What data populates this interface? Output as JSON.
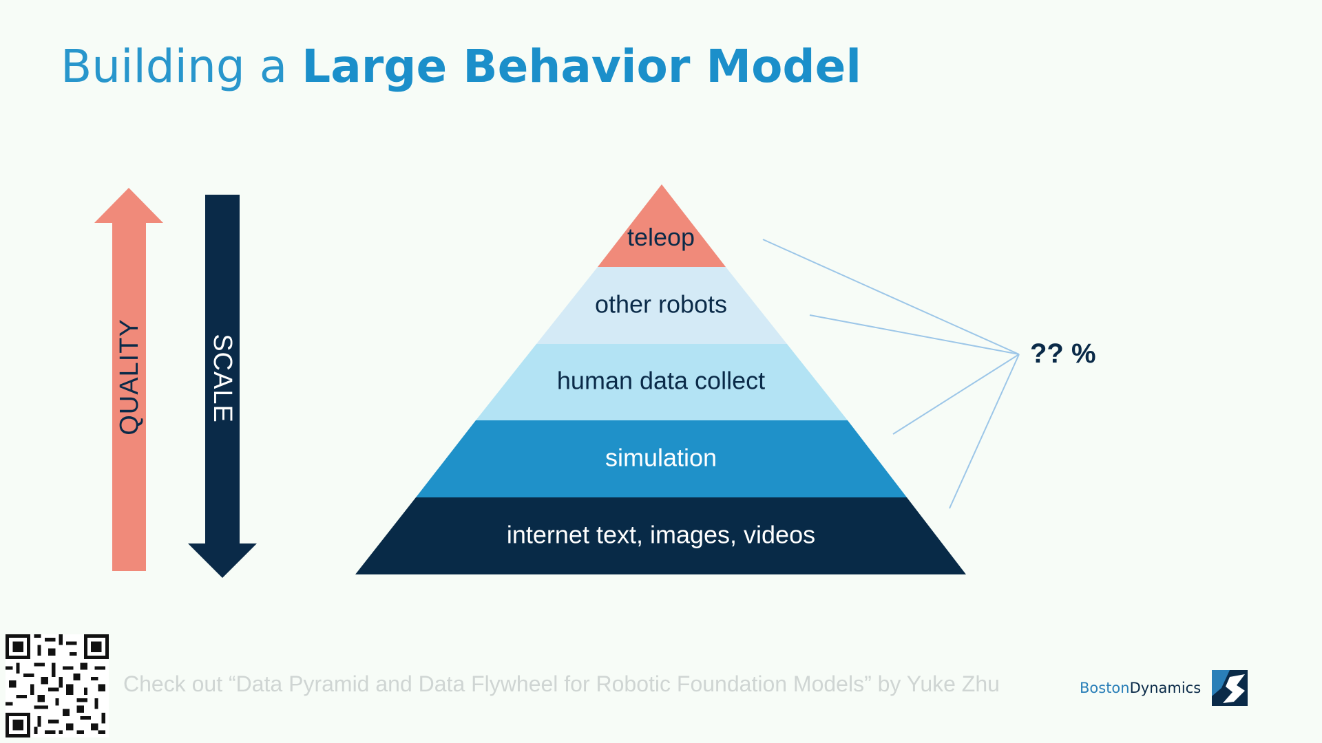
{
  "slide": {
    "title_light": "Building a ",
    "title_bold": "Large Behavior Model",
    "footer_note": "Check out “Data Pyramid and Data Flywheel for Robotic Foundation Models” by Yuke Zhu"
  },
  "arrows": {
    "quality": {
      "label": "QUALITY",
      "direction": "up",
      "color": "#f08a7a"
    },
    "scale": {
      "label": "SCALE",
      "direction": "down",
      "color": "#0a2a48"
    }
  },
  "pyramid": {
    "layers": [
      {
        "label": "teleop",
        "fill": "#f08a7a",
        "text_color": "#0a2a48"
      },
      {
        "label": "other robots",
        "fill": "#d4eaf6",
        "text_color": "#0a2a48"
      },
      {
        "label": "human data collect",
        "fill": "#b3e3f4",
        "text_color": "#0a2a48"
      },
      {
        "label": "simulation",
        "fill": "#1f91c9",
        "text_color": "#ffffff"
      },
      {
        "label": "internet text, images, videos",
        "fill": "#082a47",
        "text_color": "#ffffff"
      }
    ],
    "callout": {
      "label": "?? %",
      "color": "#0a2a48",
      "line_color": "#9cc6e8"
    }
  },
  "brand": {
    "name_part1": "Boston",
    "name_part2": "Dynamics"
  },
  "icons": {
    "qr": "qr-code-icon",
    "logo": "boston-dynamics-logo-icon"
  }
}
